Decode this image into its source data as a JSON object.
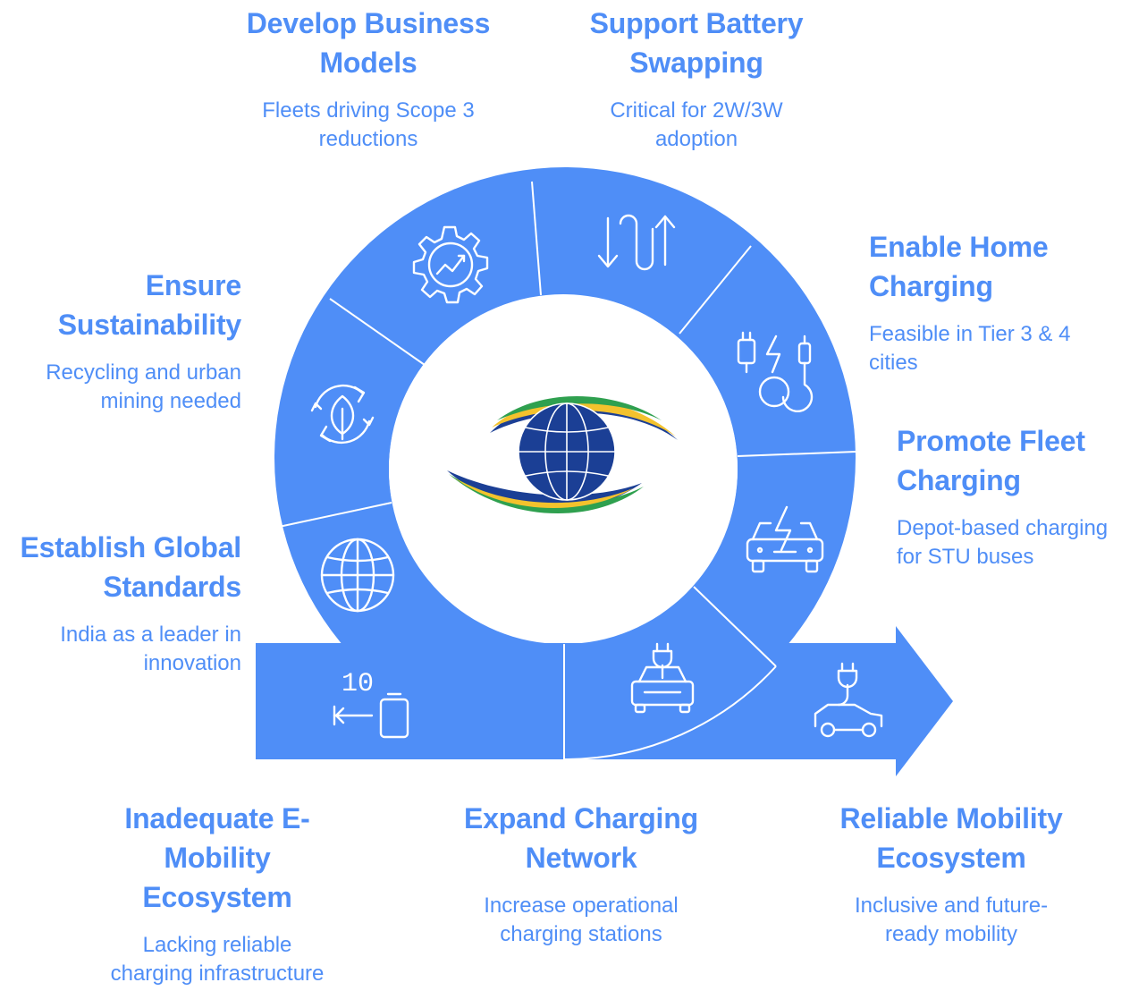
{
  "colors": {
    "primary_blue": "#4f8ef7",
    "divider": "#ffffff",
    "logo_yellow": "#f3c22d",
    "logo_green": "#2fa04f",
    "logo_globe": "#1b3f95"
  },
  "steps": [
    {
      "id": "inadequate",
      "title": "Inadequate E-Mobility Ecosystem",
      "title_lines": [
        "Inadequate E-",
        "Mobility",
        "Ecosystem"
      ],
      "desc_lines": [
        "Lacking reliable",
        "charging infrastructure"
      ],
      "icon": "battery-countdown-icon",
      "icon_text": "10"
    },
    {
      "id": "standards",
      "title_lines": [
        "Establish Global",
        "Standards"
      ],
      "desc_lines": [
        "India as a leader in",
        "innovation"
      ],
      "icon": "globe-icon"
    },
    {
      "id": "sustainability",
      "title_lines": [
        "Ensure",
        "Sustainability"
      ],
      "desc_lines": [
        "Recycling and urban",
        "mining needed"
      ],
      "icon": "recycle-leaf-icon"
    },
    {
      "id": "business",
      "title_lines": [
        "Develop Business",
        "Models"
      ],
      "desc_lines": [
        "Fleets driving Scope 3",
        "reductions"
      ],
      "icon": "gear-chart-icon"
    },
    {
      "id": "swapping",
      "title_lines": [
        "Support Battery",
        "Swapping"
      ],
      "desc_lines": [
        "Critical for 2W/3W",
        "adoption"
      ],
      "icon": "swap-arrows-icon"
    },
    {
      "id": "home",
      "title_lines": [
        "Enable Home",
        "Charging"
      ],
      "desc_lines": [
        "Feasible in Tier 3 & 4",
        "cities"
      ],
      "icon": "charging-cable-icon"
    },
    {
      "id": "fleet",
      "title_lines": [
        "Promote Fleet",
        "Charging"
      ],
      "desc_lines": [
        "Depot-based charging",
        "for STU buses"
      ],
      "icon": "electric-car-icon"
    },
    {
      "id": "network",
      "title_lines": [
        "Expand Charging",
        "Network"
      ],
      "desc_lines": [
        "Increase operational",
        "charging stations"
      ],
      "icon": "car-charger-icon"
    },
    {
      "id": "reliable",
      "title_lines": [
        "Reliable Mobility",
        "Ecosystem"
      ],
      "desc_lines": [
        "Inclusive and future-",
        "ready mobility"
      ],
      "icon": "ev-plug-car-icon"
    }
  ],
  "center": {
    "logo": "eye-globe-logo"
  }
}
